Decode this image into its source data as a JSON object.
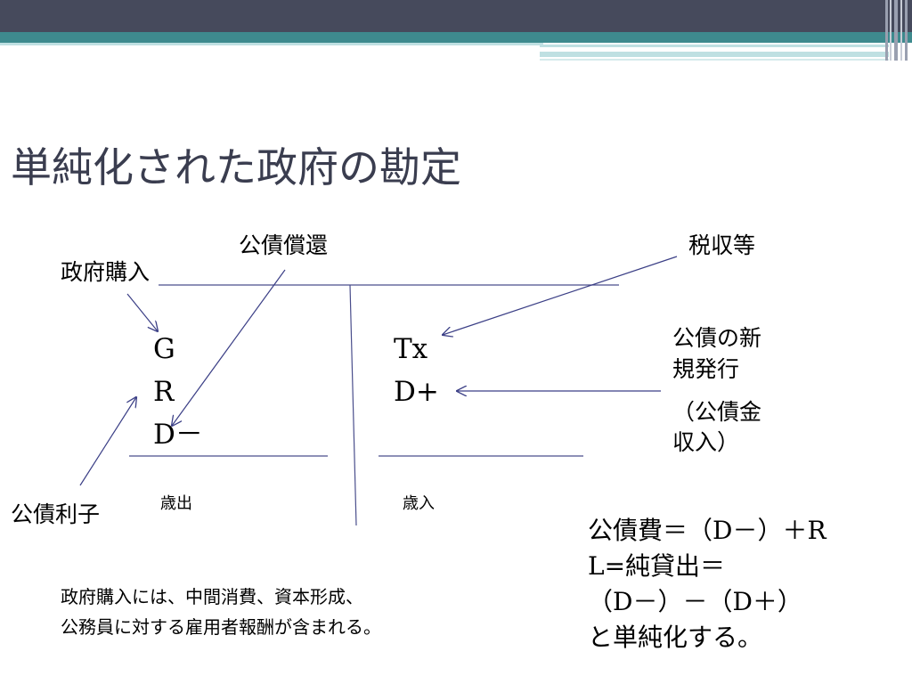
{
  "title": "単純化された政府の勘定",
  "labels": {
    "government_purchases": "政府購入",
    "debt_redemption": "公債償還",
    "tax_revenue": "税収等",
    "new_debt_issue": [
      "公債の新",
      "規発行",
      "（公債金",
      "収入）"
    ],
    "debt_interest": "公債利子",
    "expenditure": "歳出",
    "revenue": "歳入"
  },
  "left_items": [
    "G",
    "R",
    "D－"
  ],
  "right_items": [
    "Tx",
    "D+"
  ],
  "note_lines": [
    "政府購入には、中間消費、資本形成、",
    "公務員に対する雇用者報酬が含まれる。"
  ],
  "formula_lines": [
    "公債費＝（D－）＋R",
    "L=純貸出＝",
    "（D－）－（D＋）",
    "と単純化する。"
  ],
  "colors": {
    "header_dark": "#464a5c",
    "header_teal": "#3e8a8e",
    "title": "#3a3d4f",
    "rule_lines": "#4a4e8c",
    "arrows": "#3b3f86"
  }
}
